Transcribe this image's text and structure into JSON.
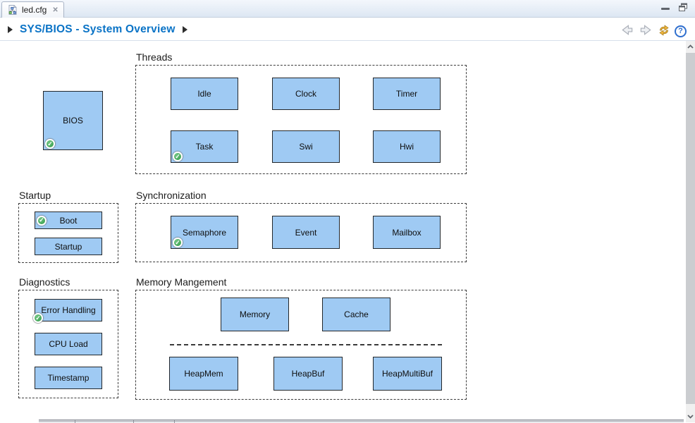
{
  "tab": {
    "title": "led.cfg"
  },
  "header": {
    "title": "SYS/BIOS - System Overview"
  },
  "icons": {
    "close": "✕",
    "check": "✓",
    "help": "?",
    "back": "back-arrow",
    "forward": "forward-arrow",
    "sync": "gold-sync-arrows",
    "minimize": "minimize",
    "restore": "restore"
  },
  "colors": {
    "accent_blue": "#0a73c6",
    "module_fill": "#9fcaf3",
    "module_border": "#23272b",
    "check_green": "#2f9a47",
    "sync_gold": "#f0b63e"
  },
  "canvas": {
    "bios": {
      "label": "BIOS",
      "checked": true
    },
    "groups": {
      "threads": {
        "label": "Threads",
        "items": [
          "Idle",
          "Clock",
          "Timer",
          "Task",
          "Swi",
          "Hwi"
        ]
      },
      "startup": {
        "label": "Startup",
        "items": [
          "Boot",
          "Startup"
        ]
      },
      "synchronization": {
        "label": "Synchronization",
        "items": [
          "Semaphore",
          "Event",
          "Mailbox"
        ]
      },
      "diagnostics": {
        "label": "Diagnostics",
        "items": [
          "Error Handling",
          "CPU Load",
          "Timestamp"
        ]
      },
      "memory": {
        "label": "Memory Mangement",
        "items": [
          "Memory",
          "Cache",
          "HeapMem",
          "HeapBuf",
          "HeapMultiBuf"
        ]
      }
    },
    "checked_modules": [
      "BIOS",
      "Task",
      "Boot",
      "Semaphore",
      "Error Handling"
    ]
  }
}
